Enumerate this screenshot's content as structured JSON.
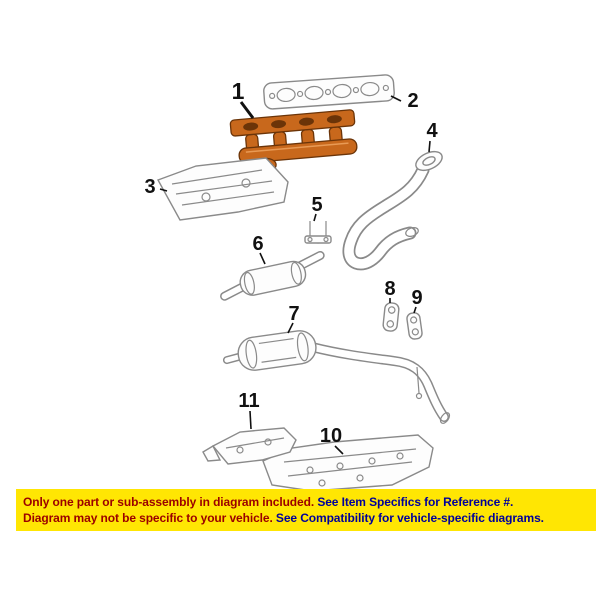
{
  "colors": {
    "page-bg": "#ffffff",
    "banner-bg": "#ffe603",
    "banner-red": "#9b0000",
    "banner-blue": "#00009b",
    "part-highlight": "#c8681c",
    "part-highlight-dark": "#6b3408",
    "line-gray": "#8a8a8a",
    "callout": "#111111"
  },
  "diagram": {
    "callouts": [
      {
        "id": "1"
      },
      {
        "id": "2"
      },
      {
        "id": "3"
      },
      {
        "id": "4"
      },
      {
        "id": "5"
      },
      {
        "id": "6"
      },
      {
        "id": "7"
      },
      {
        "id": "8"
      },
      {
        "id": "9"
      },
      {
        "id": "10"
      },
      {
        "id": "11"
      }
    ]
  },
  "banner": {
    "line1": {
      "red": "Only one part or sub-assembly in diagram included.",
      "blue": "See Item Specifics for Reference #."
    },
    "line2": {
      "red": "Diagram may not be specific to your vehicle.",
      "blue": "See Compatibility for vehicle-specific diagrams."
    }
  }
}
